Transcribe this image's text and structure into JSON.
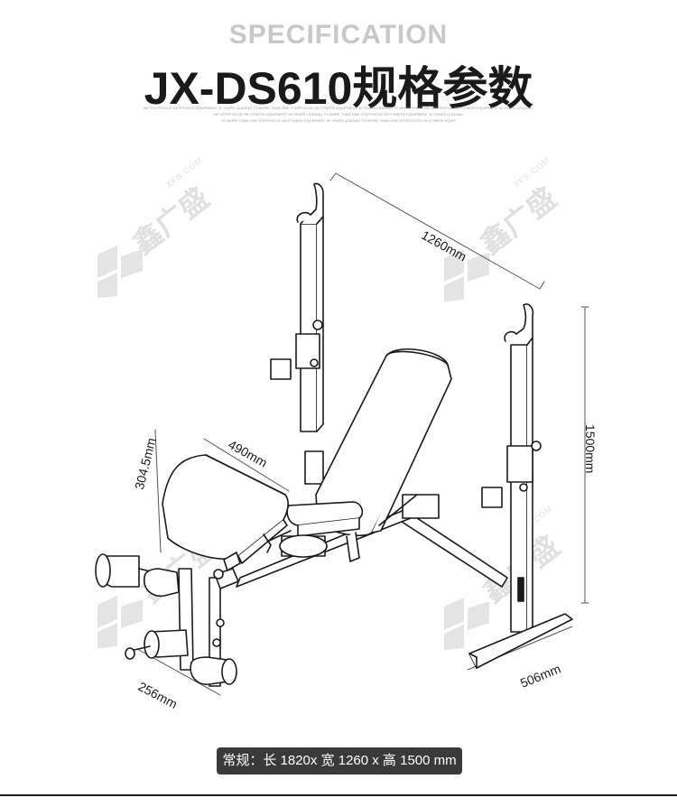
{
  "header": {
    "supertitle": "SPECIFICATION",
    "title": "JX-DS610规格参数",
    "fine_print": [
      "NE STEPFOCUS ON FITNESS EQUIPMENT 40 YEARS LEADING TO MORE THAN ONE STEPFOCUS ON FITNESS EQUIPMENT 40 YEARS LEADING TO MORE THAN ONE STEPFOCUS ON FITNESS EQUIPMENT 40 YEARS LEADING",
      "NE STEPFOCUS ON FITNESS EQUIPMENT 40 YEARS LEADING TO MORE THAN ONE STEPFOCUS ON FITNESS EQUIPMENT 40 YEARS LEADING",
      "TO MORE THAN ONE STEPFOCUS ON FITNESS EQUIPMENT 40 YEARS LEADING TO MORE THAN ONE STEPFOCUS ON FITNESS EQUIP"
    ]
  },
  "dimensions": {
    "width_top": "1260mm",
    "height": "1500mm",
    "pad_length": "490mm",
    "pad_height": "304.5mm",
    "front_width": "256mm",
    "base_width": "506mm"
  },
  "watermark": {
    "brand": "鑫广盛",
    "url": "XFS.COM"
  },
  "spec_bar": {
    "text": "常规：长 1820x 宽 1260 x 高 1500 mm"
  },
  "colors": {
    "line": "#1a1a1a",
    "dim_line": "#555555",
    "watermark": "#e0e0e0",
    "spec_bg": "#3a3a3a"
  }
}
